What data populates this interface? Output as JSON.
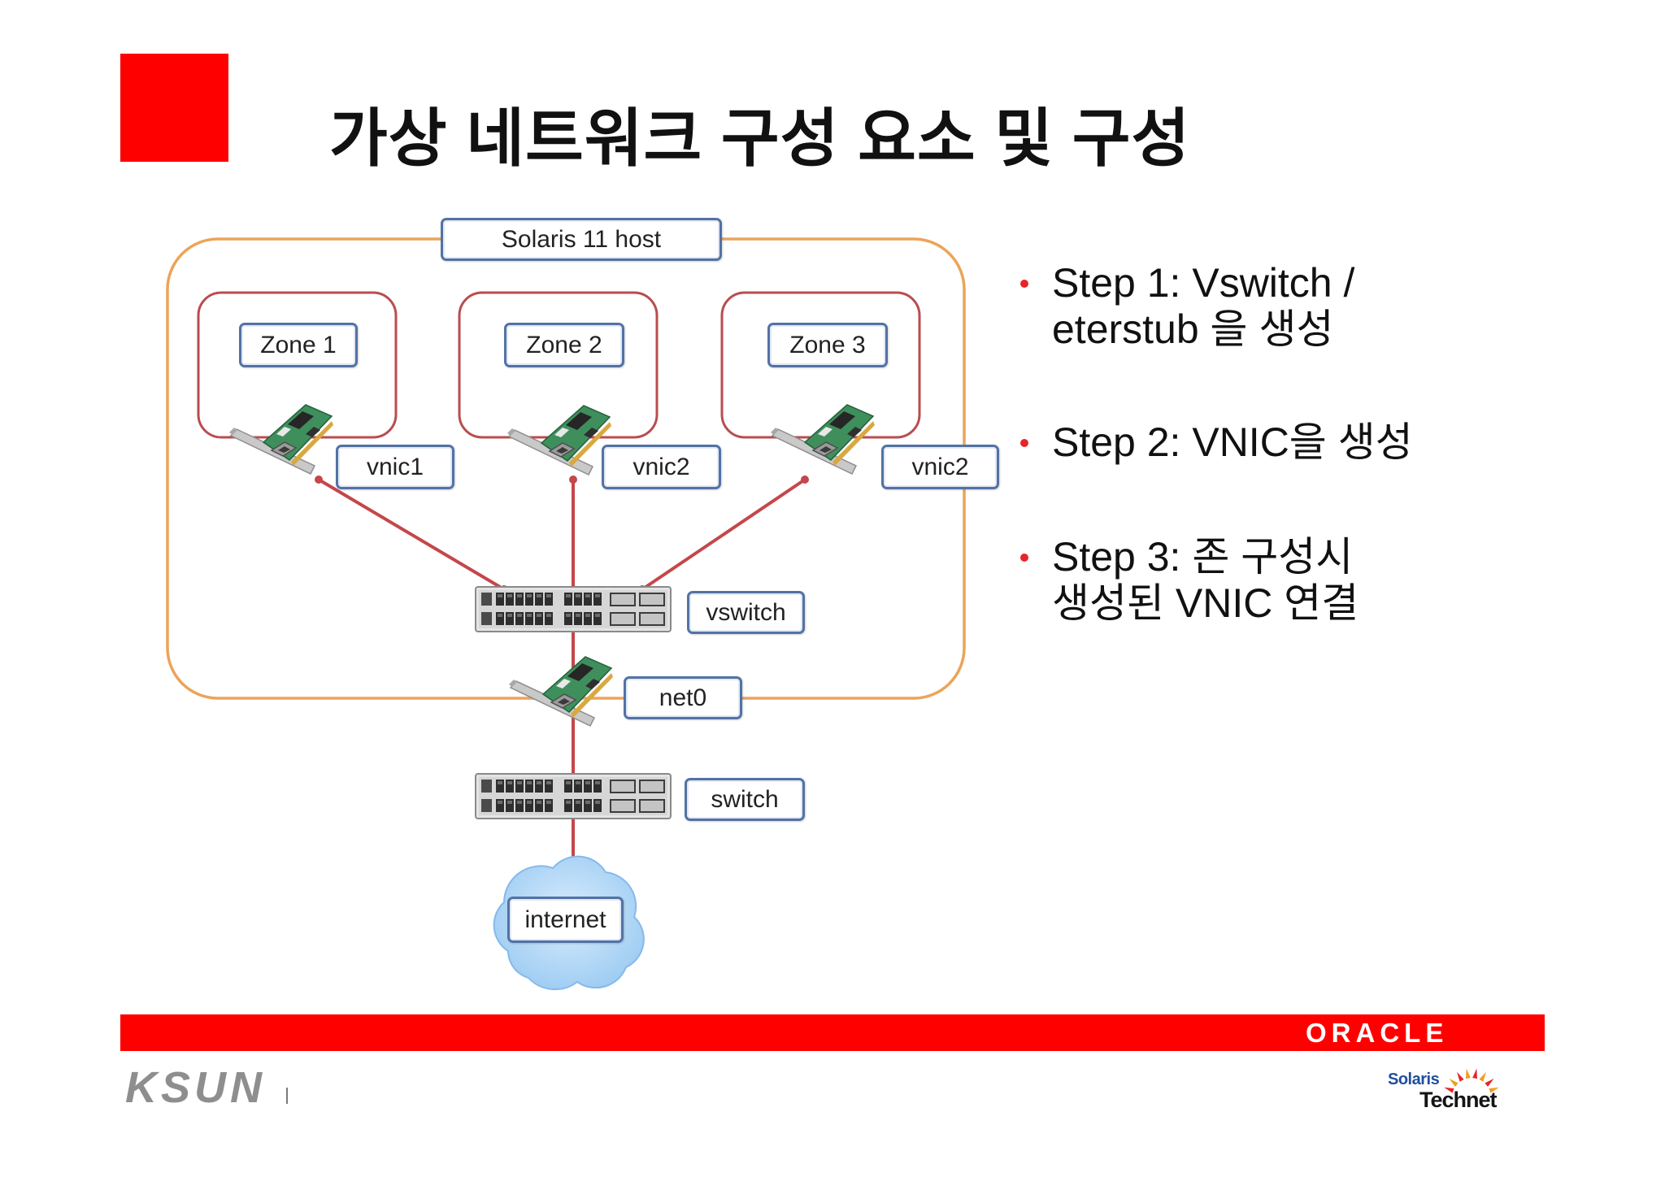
{
  "slide": {
    "title": "가상 네트워크 구성 요소 및 구성"
  },
  "diagram": {
    "host_label": "Solaris 11 host",
    "zones": [
      {
        "label": "Zone 1",
        "vnic_label": "vnic1"
      },
      {
        "label": "Zone 2",
        "vnic_label": "vnic2"
      },
      {
        "label": "Zone 3",
        "vnic_label": "vnic2"
      }
    ],
    "vswitch_label": "vswitch",
    "physical_nic_label": "net0",
    "switch_label": "switch",
    "internet_label": "internet"
  },
  "bullets": [
    {
      "lines": [
        "Step 1: Vswitch /",
        "eterstub 을 생성"
      ]
    },
    {
      "lines": [
        "Step 2: VNIC을 생성"
      ]
    },
    {
      "lines": [
        "Step 3: 존 구성시",
        "생성된 VNIC 연결"
      ]
    }
  ],
  "footer": {
    "oracle_logo": "ORACLE",
    "ksun_logo": "KSUN",
    "technet_logo_top": "Solaris",
    "technet_logo_bottom": "Technet"
  },
  "icons": {
    "nic": "network-card-icon",
    "vswitch": "network-switch-icon",
    "switch": "network-switch-icon",
    "internet": "cloud-icon",
    "technet": "sunburst-icon"
  },
  "colors": {
    "brand_red": "#FF0000",
    "host_border": "#EBA459",
    "zone_border": "#B94D4F",
    "label_border": "#5272A6",
    "link": "#C4474B",
    "bullet": "#E5252A",
    "cloud": "#9CCBF2"
  }
}
